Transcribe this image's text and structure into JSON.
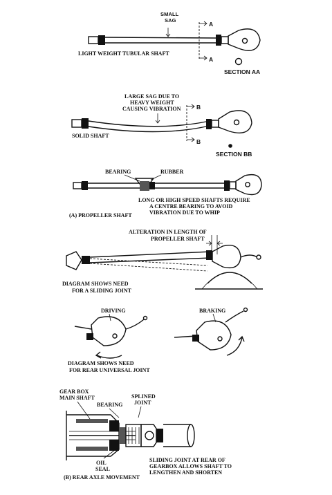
{
  "panel1": {
    "small_sag": [
      "SMALL",
      "SAG"
    ],
    "section_marker_top": "A",
    "section_marker_bottom": "A",
    "shaft_label": "LIGHT WEIGHT TUBULAR SHAFT",
    "section_label": "SECTION AA"
  },
  "panel2": {
    "sag_note": [
      "LARGE SAG DUE TO",
      "HEAVY WEIGHT",
      "CAUSING VIBRATION"
    ],
    "section_marker_top": "B",
    "section_marker_bottom": "B",
    "shaft_label": "SOLID SHAFT",
    "section_label": "SECTION BB"
  },
  "panel3": {
    "bearing_label": "BEARING",
    "rubber_label": "RUBBER",
    "note": [
      "LONG OR HIGH SPEED SHAFTS REQUIRE",
      "A CENTRE BEARING TO AVOID",
      "VIBRATION DUE TO WHIP"
    ],
    "caption": "(A) PROPELLER SHAFT"
  },
  "panel4": {
    "alteration": [
      "ALTERATION IN LENGTH OF",
      "PROPELLER SHAFT"
    ],
    "diagram_note": [
      "DIAGRAM SHOWS NEED",
      "FOR A SLIDING JOINT"
    ]
  },
  "panel5": {
    "driving_label": "DRIVING",
    "braking_label": "BRAKING",
    "diagram_note": [
      "DIAGRAM SHOWS NEED",
      "FOR REAR UNIVERSAL JOINT"
    ]
  },
  "panel6": {
    "gearbox": [
      "GEAR BOX",
      "MAIN SHAFT"
    ],
    "bearing_label": "BEARING",
    "splined": [
      "SPLINED",
      "JOINT"
    ],
    "oil_seal": [
      "OIL",
      "SEAL"
    ],
    "sliding_note": [
      "SLIDING JOINT AT REAR OF",
      "GEARBOX ALLOWS SHAFT TO",
      "LENGTHEN AND SHORTEN"
    ],
    "caption": "(B) REAR AXLE MOVEMENT"
  }
}
